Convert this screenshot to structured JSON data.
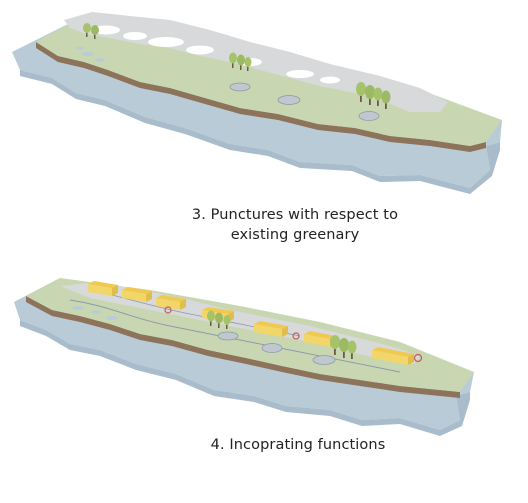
{
  "diagram": {
    "steps": [
      {
        "caption_line1": "3. Punctures with respect to",
        "caption_line2": "existing greenary"
      },
      {
        "caption_line1": "4. Incoprating functions"
      }
    ]
  },
  "colors": {
    "water": "#b9cbd7",
    "water_shadow": "#a9bccb",
    "grass": "#c8d7b2",
    "grass_dark": "#b7c89f",
    "soil": "#8c7359",
    "paving": "#d8d9db",
    "building": "#f2d66a",
    "building_roof": "#f0c94f",
    "tree": "#a7c36a",
    "tree_dark": "#7f9f4f",
    "trunk": "#6b5b46",
    "hole": "#bfc7cf"
  }
}
